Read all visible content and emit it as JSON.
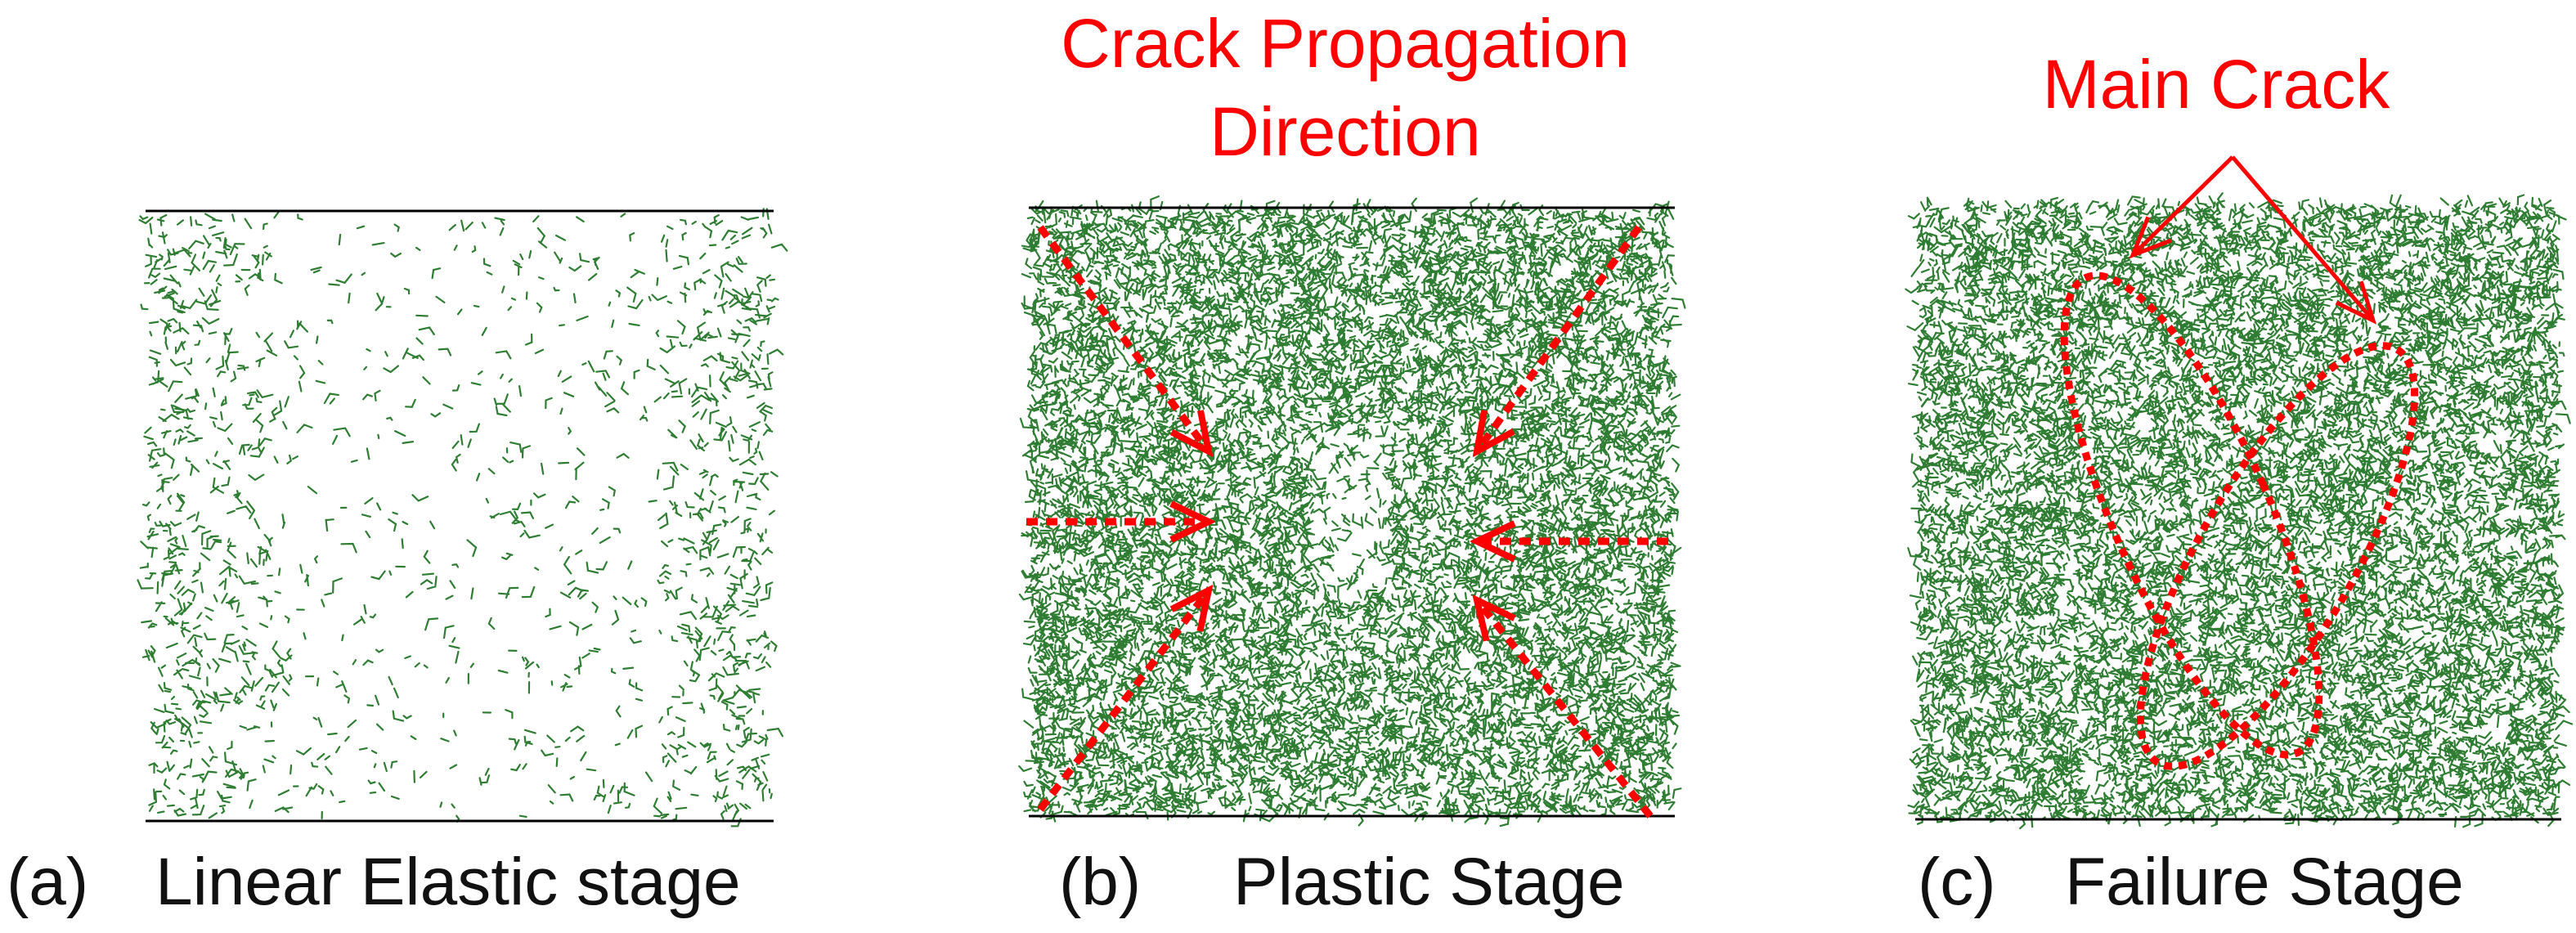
{
  "colors": {
    "crack": "#2e7d32",
    "annotation": "#ff0000",
    "frame": "#000000",
    "caption": "#111111"
  },
  "panels": [
    {
      "id": "a",
      "caption_label": "(a)",
      "caption_text": "Linear Elastic stage",
      "crack_density": "sparse"
    },
    {
      "id": "b",
      "caption_label": "(b)",
      "caption_text": "Plastic Stage",
      "crack_density": "dense",
      "annotation_lines": [
        "Crack Propagation",
        "Direction"
      ]
    },
    {
      "id": "c",
      "caption_label": "(c)",
      "caption_text": "Failure Stage",
      "crack_density": "dense",
      "annotation_lines": [
        "Main Crack"
      ]
    }
  ]
}
